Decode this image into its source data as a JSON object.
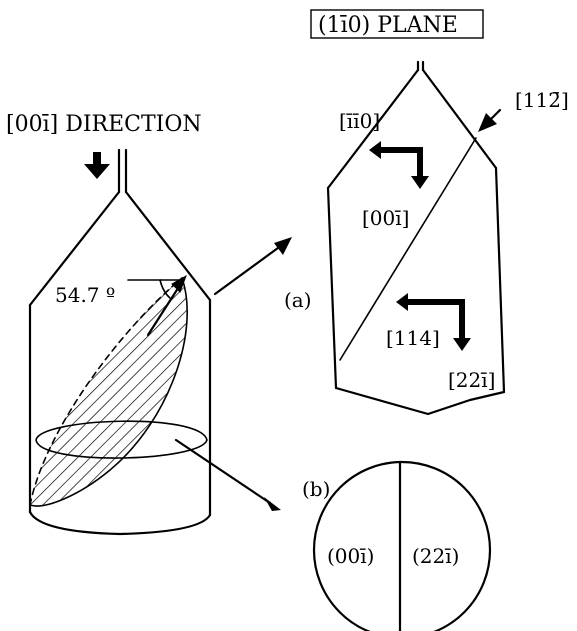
{
  "labels": {
    "plane_title": "(1ī0) PLANE",
    "direction_label": "[00ī] DIRECTION",
    "angle": "54.7 º",
    "dir_110": "[īī0]",
    "dir_112": "[112̄]",
    "dir_001": "[00ī]",
    "dir_114": "[114]",
    "dir_221": "[22ī]",
    "marker_a": "(a)",
    "marker_b": "(b)",
    "face_001": "(00ī)",
    "face_221": "(22ī)"
  }
}
